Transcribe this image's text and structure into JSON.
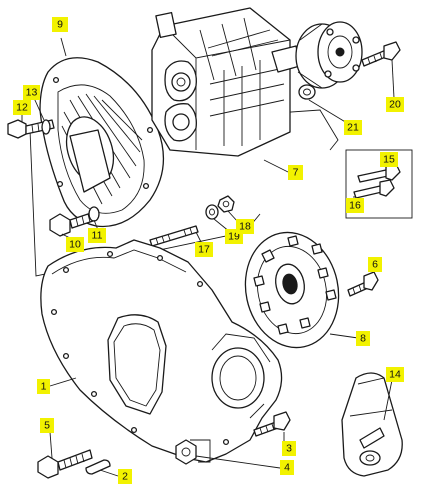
{
  "callouts": [
    {
      "id": "9",
      "text": "9"
    },
    {
      "id": "13",
      "text": "13"
    },
    {
      "id": "12",
      "text": "12"
    },
    {
      "id": "7",
      "text": "7"
    },
    {
      "id": "21",
      "text": "21"
    },
    {
      "id": "20",
      "text": "20"
    },
    {
      "id": "15",
      "text": "15"
    },
    {
      "id": "16",
      "text": "16"
    },
    {
      "id": "10",
      "text": "10"
    },
    {
      "id": "11",
      "text": "11"
    },
    {
      "id": "17",
      "text": "17"
    },
    {
      "id": "19",
      "text": "19"
    },
    {
      "id": "18",
      "text": "18"
    },
    {
      "id": "6",
      "text": "6"
    },
    {
      "id": "8",
      "text": "8"
    },
    {
      "id": "1",
      "text": "1"
    },
    {
      "id": "14",
      "text": "14"
    },
    {
      "id": "5",
      "text": "5"
    },
    {
      "id": "2",
      "text": "2"
    },
    {
      "id": "3",
      "text": "3"
    },
    {
      "id": "4",
      "text": "4"
    }
  ],
  "colors": {
    "label_background": "#f2f200",
    "line": "#1a1a1a",
    "background": "#ffffff"
  }
}
